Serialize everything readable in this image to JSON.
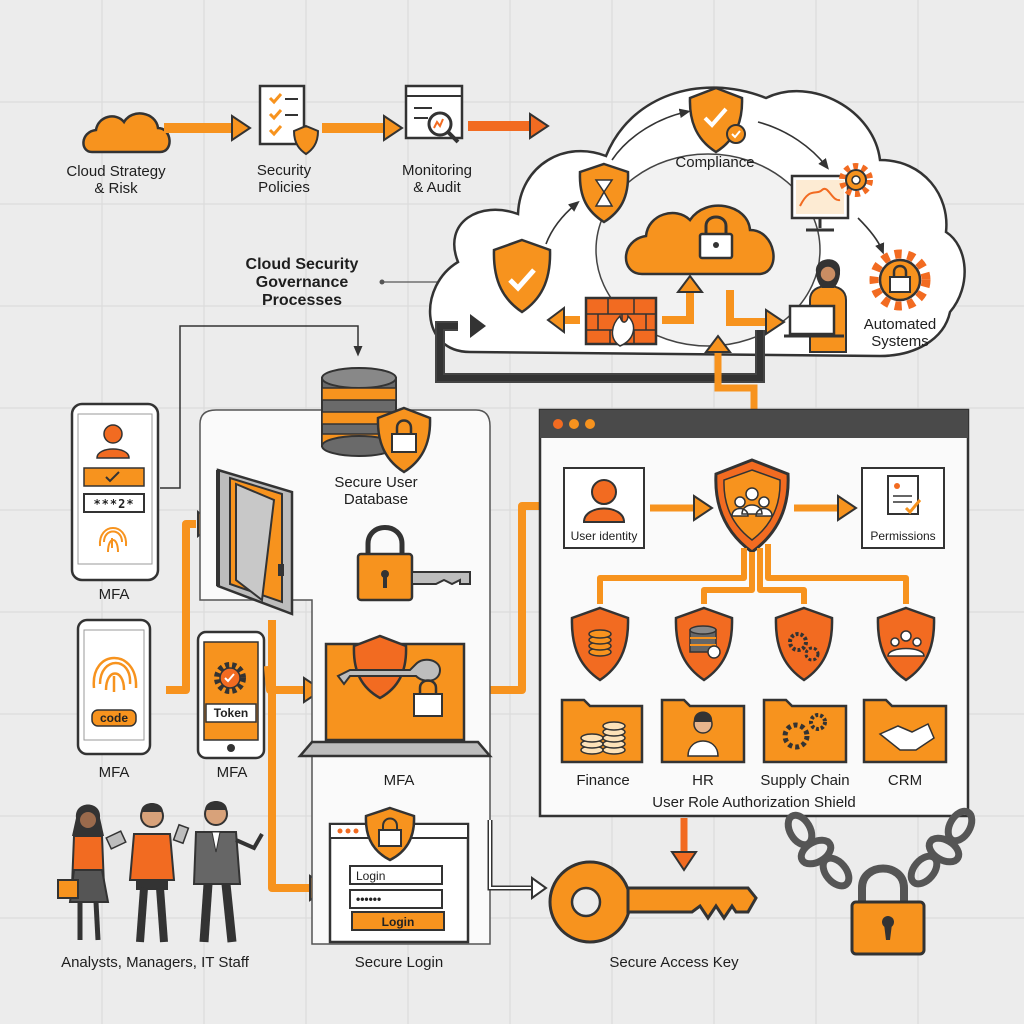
{
  "process_flow": {
    "strategy": "Cloud Strategy\n& Risk",
    "policies": "Security\nPolicies",
    "monitoring": "Monitoring\n& Audit"
  },
  "governance_title": "Cloud Security\nGovernance\nProcesses",
  "cloud": {
    "compliance": "Compliance",
    "automated": "Automated\nSystems"
  },
  "mfa": {
    "phone_1": "MFA",
    "phone_1_password": "***2*",
    "phone_2": "MFA",
    "phone_2_code": "code",
    "phone_3": "MFA",
    "phone_3_token": "Token",
    "laptop": "MFA"
  },
  "database_label": "Secure User\nDatabase",
  "users_label": "Analysts, Managers, IT Staff",
  "login": {
    "field_1": "Login",
    "field_2": "••••••",
    "button": "Login",
    "caption": "Secure Login"
  },
  "access_key_label": "Secure Access Key",
  "authorization": {
    "user_identity": "User identity",
    "permissions": "Permissions",
    "title": "User Role Authorization Shield",
    "departments": [
      {
        "name": "Finance"
      },
      {
        "name": "HR"
      },
      {
        "name": "Supply Chain"
      },
      {
        "name": "CRM"
      }
    ]
  },
  "colors": {
    "orange": "#f7931e",
    "dark_orange": "#f26b21",
    "outline": "#333333",
    "grid": "#d9d9d9"
  }
}
